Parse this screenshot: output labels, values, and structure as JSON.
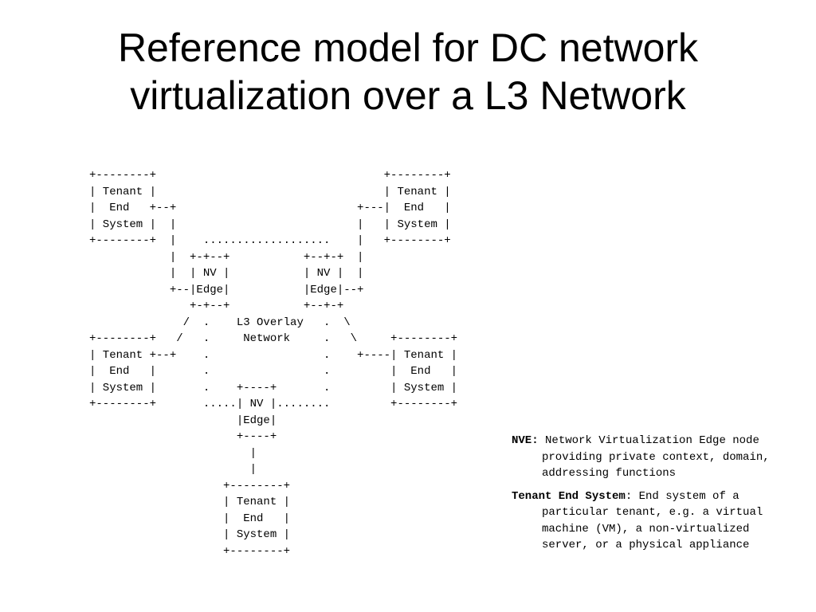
{
  "slide": {
    "title_line_1": "Reference model for DC network",
    "title_line_2": "virtualization over a L3 Network"
  },
  "diagram": {
    "ascii_art": "+--------+                                  +--------+\n| Tenant |                                  | Tenant |\n|  End   +--+                           +---|  End   |\n| System |  |                           |   | System |\n+--------+  |    ...................    |   +--------+\n            |  +-+--+           +--+-+  |\n            |  | NV |           | NV |  |\n            +--|Edge|           |Edge|--+\n               +-+--+           +--+-+\n              /  .    L3 Overlay   .  \\\n+--------+   /   .     Network     .   \\     +--------+\n| Tenant +--+    .                 .    +----| Tenant |\n|  End   |       .                 .         |  End   |\n| System |       .    +----+       .         | System |\n+--------+       .....| NV |........         +--------+\n                      |Edge|\n                      +----+\n                        |\n                        |\n                    +--------+\n                    | Tenant |\n                    |  End   |\n                    | System |\n                    +--------+"
  },
  "definitions": [
    {
      "term": "NVE:",
      "text": " Network Virtualization Edge node providing private context, domain, addressing functions"
    },
    {
      "term": "Tenant End System",
      "text": ": End system of a particular tenant, e.g. a virtual machine (VM), a non-virtualized server, or a physical appliance"
    }
  ]
}
